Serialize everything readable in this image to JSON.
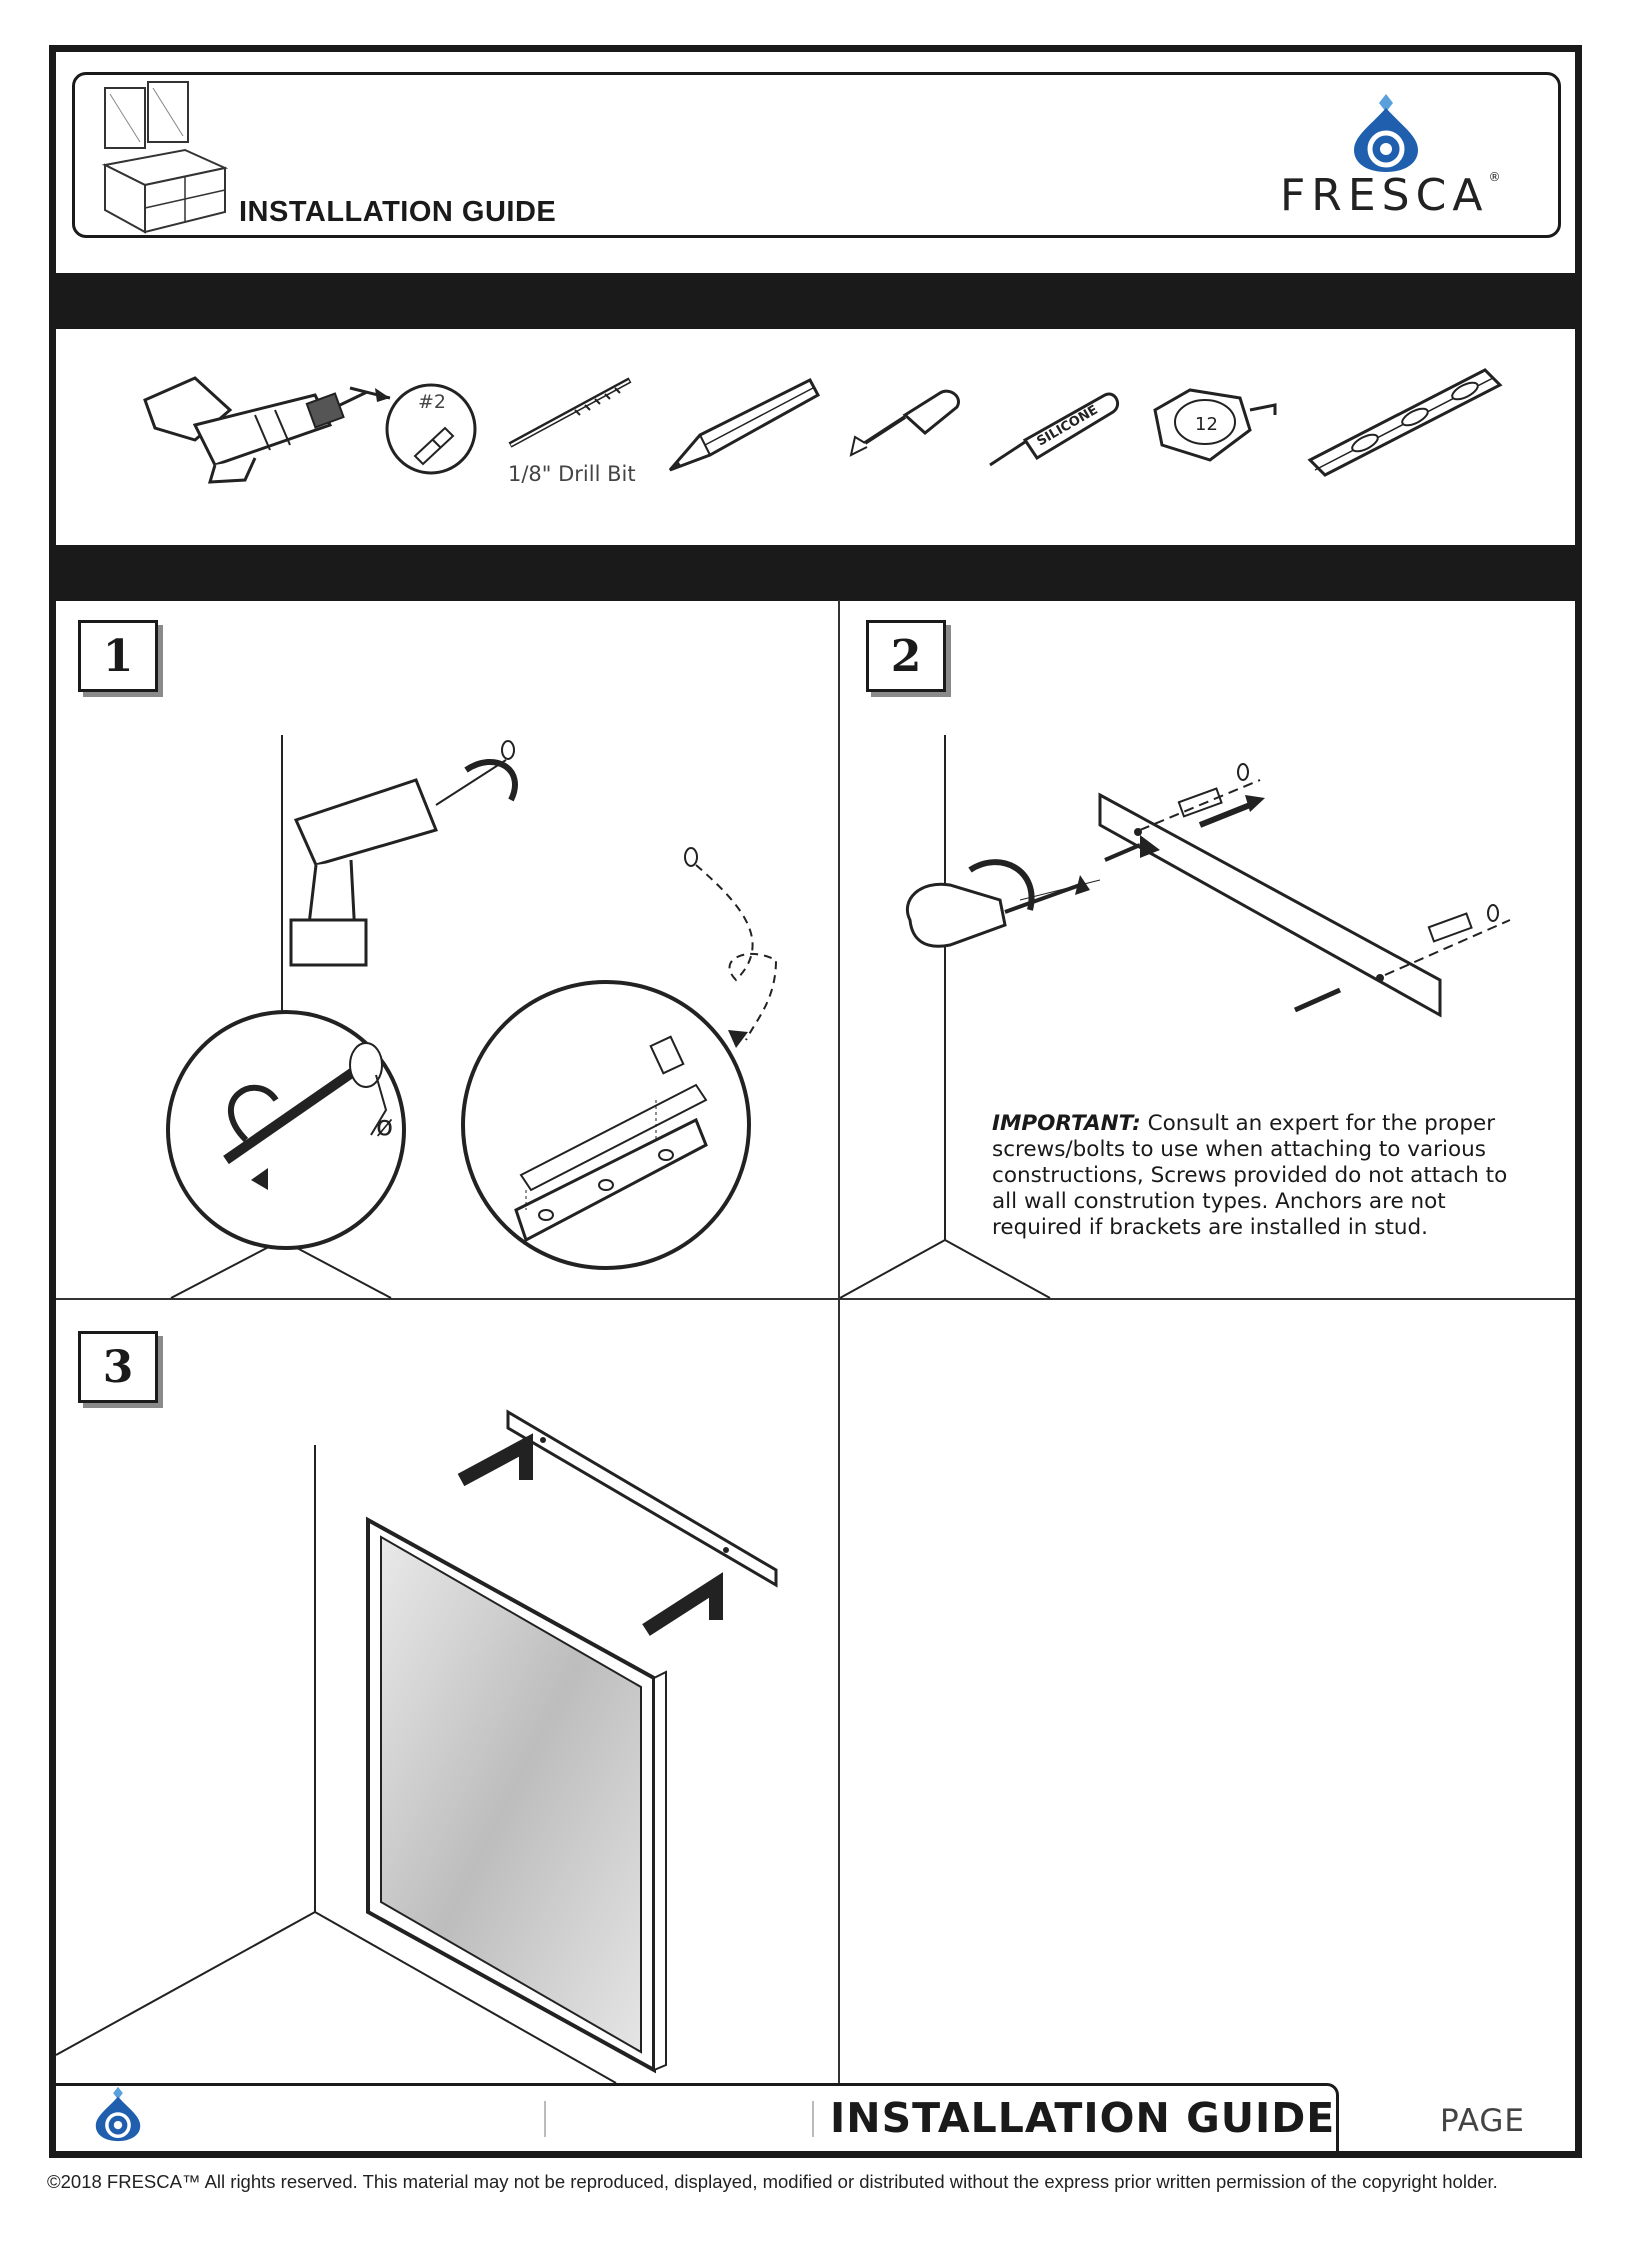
{
  "header": {
    "title": "INSTALLATION GUIDE",
    "brand": "FRESCA",
    "brand_mark": "®"
  },
  "tools": {
    "drill_bit_label": "1/8\" Drill Bit",
    "screwdriver_bit_label": "#2",
    "silicone_label": "SILICONE",
    "tape_label": "12",
    "items": [
      "drill-icon",
      "phillips-bit-icon",
      "drill-bit-icon",
      "pencil-icon",
      "screwdriver-icon",
      "silicone-tube-icon",
      "tape-measure-icon",
      "level-icon"
    ]
  },
  "steps": [
    {
      "number": "1"
    },
    {
      "number": "2",
      "important_label": "IMPORTANT:",
      "important_text": "Consult an expert for the proper screws/bolts to use when attaching to various constructions, Screws provided do not attach to all wall constrution types. Anchors are not required if brackets are installed in stud."
    },
    {
      "number": "3"
    }
  ],
  "footer": {
    "title": "INSTALLATION GUIDE",
    "page_label": "PAGE",
    "copyright": "©2018 FRESCA™ All rights reserved. This material may not be reproduced, displayed, modified or distributed without the express prior written permission of the copyright holder."
  },
  "colors": {
    "brand_blue": "#1f5fae",
    "brand_light_blue": "#5aa0dc",
    "ink": "#1a1a1a"
  }
}
